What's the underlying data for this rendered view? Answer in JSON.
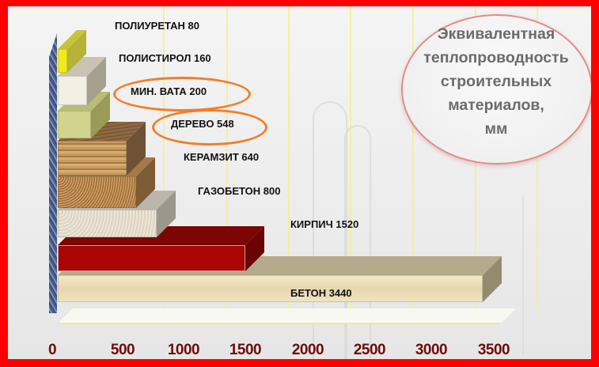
{
  "title": {
    "lines": [
      "Эквивалентная",
      "теплопроводность",
      "строительных",
      "материалов,",
      "мм"
    ]
  },
  "colors": {
    "frame_border": "#ff0000",
    "highlight_ellipse": "#f07f2c",
    "tick_labels": "#6e0b0b",
    "gridlines": "#f3f08a"
  },
  "chart_data": {
    "type": "bar",
    "orientation": "horizontal",
    "style": "3d",
    "title": "Эквивалентная теплопроводность строительных материалов, мм",
    "xlabel": "",
    "ylabel": "",
    "xlim": [
      0,
      3500
    ],
    "x_ticks": [
      0,
      500,
      1000,
      1500,
      2000,
      2500,
      3000,
      3500
    ],
    "grid": true,
    "legend": null,
    "categories": [
      "ПОЛИУРЕТАН",
      "ПОЛИСТИРОЛ",
      "МИН. ВАТА",
      "ДЕРЕВО",
      "КЕРАМЗИТ",
      "ГАЗОБЕТОН",
      "КИРПИЧ",
      "БЕТОН"
    ],
    "values": [
      80,
      160,
      200,
      548,
      640,
      800,
      1520,
      3440
    ],
    "data_labels": [
      "ПОЛИУРЕТАН 80",
      "ПОЛИСТИРОЛ 160",
      "МИН. ВАТА 200",
      "ДЕРЕВО 548",
      "КЕРАМЗИТ 640",
      "ГАЗОБЕТОН 800",
      "КИРПИЧ 1520",
      "БЕТОН 3440"
    ],
    "annotations": [
      "МИН. ВАТА 200 circled in orange",
      "ДЕРЕВО 548 circled in orange"
    ],
    "bar_colors": [
      "#e6e02a",
      "#efe9dc",
      "#c9cc8e",
      "#b28a5a",
      "#c79a62",
      "#ebe3d6",
      "#aa0606",
      "#ece0bc"
    ]
  },
  "bars": [
    {
      "label": "ПОЛИУРЕТАН 80",
      "front": "#e6e02a",
      "top": "#c8c43a",
      "side": "#9c9a2a"
    },
    {
      "label": "ПОЛИСТИРОЛ 160",
      "front": "#f3efe4",
      "top": "#c9c4b2",
      "side": "#a5a08e"
    },
    {
      "label": "МИН. ВАТА 200",
      "front": "#d2d48e",
      "top": "#b9bc74",
      "side": "#999c58"
    },
    {
      "label": "ДЕРЕВО 548",
      "front": "#b88c54",
      "top": "#8f6a44",
      "side": "#6e5235"
    },
    {
      "label": "КЕРАМЗИТ 640",
      "front": "#c49256",
      "top": "#a37a48",
      "side": "#7d5c36"
    },
    {
      "label": "ГАЗОБЕТОН 800",
      "front": "#ebe4d6",
      "top": "#bab6ac",
      "side": "#9b978d"
    },
    {
      "label": "КИРПИЧ 1520",
      "front": "#aa0606",
      "top": "#8a0505",
      "side": "#6e0404"
    },
    {
      "label": "БЕТОН 3440",
      "front": "#ede1bd",
      "top": "#b6aa8c",
      "side": "#938a70"
    }
  ],
  "axis": {
    "ticks": [
      "0",
      "500",
      "1000",
      "1500",
      "2000",
      "2500",
      "3000",
      "3500"
    ]
  }
}
